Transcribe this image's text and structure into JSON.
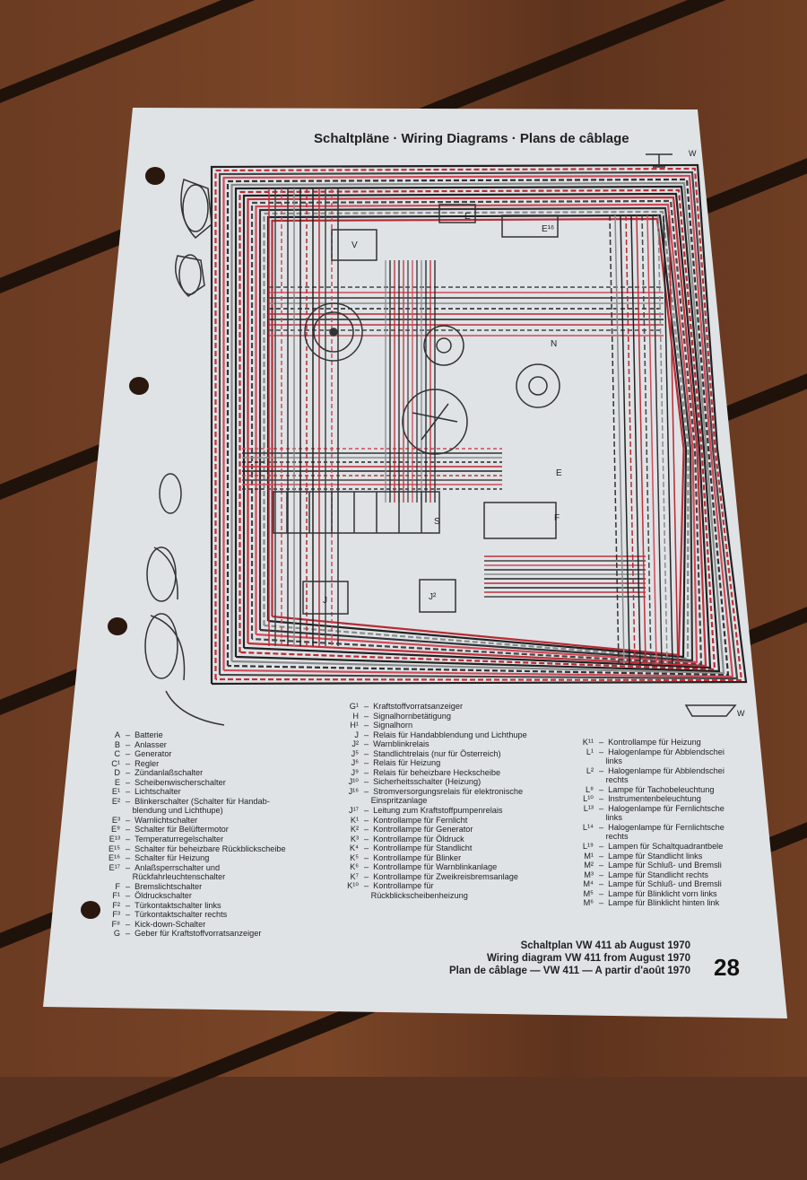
{
  "header": {
    "title": "Schaltpläne · Wiring Diagrams · Plans de câblage"
  },
  "ground_labels": {
    "top": "W",
    "bottom": "W"
  },
  "legend_col1": [
    {
      "code": "A",
      "text": "Batterie"
    },
    {
      "code": "B",
      "text": "Anlasser"
    },
    {
      "code": "C",
      "text": "Generator"
    },
    {
      "code": "C¹",
      "text": "Regler"
    },
    {
      "code": "D",
      "text": "Zündanlaßschalter"
    },
    {
      "code": "E",
      "text": "Scheibenwischerschalter"
    },
    {
      "code": "E¹",
      "text": "Lichtschalter"
    },
    {
      "code": "E²",
      "text": "Blinkerschalter (Schalter für Handab-"
    },
    {
      "code": "",
      "text": "blendung und Lichthupe)"
    },
    {
      "code": "E³",
      "text": "Warnlichtschalter"
    },
    {
      "code": "E⁹",
      "text": "Schalter für Belüftermotor"
    },
    {
      "code": "E¹³",
      "text": "Temperaturregelschalter"
    },
    {
      "code": "E¹⁵",
      "text": "Schalter für beheizbare Rückblickscheibe"
    },
    {
      "code": "E¹⁶",
      "text": "Schalter für Heizung"
    },
    {
      "code": "E¹⁷",
      "text": "Anlaßsperrschalter und"
    },
    {
      "code": "",
      "text": "Rückfahrleuchtenschalter"
    },
    {
      "code": "F",
      "text": "Bremslichtschalter"
    },
    {
      "code": "F¹",
      "text": "Öldruckschalter"
    },
    {
      "code": "F²",
      "text": "Türkontaktschalter links"
    },
    {
      "code": "F³",
      "text": "Türkontaktschalter rechts"
    },
    {
      "code": "F⁸",
      "text": "Kick-down-Schalter"
    },
    {
      "code": "G",
      "text": "Geber für Kraftstoffvorratsanzeiger"
    }
  ],
  "legend_col2": [
    {
      "code": "G¹",
      "text": "Kraftstoffvorratsanzeiger"
    },
    {
      "code": "H",
      "text": "Signalhornbetätigung"
    },
    {
      "code": "H¹",
      "text": "Signalhorn"
    },
    {
      "code": "J",
      "text": "Relais für Handabblendung und Lichthupe"
    },
    {
      "code": "J²",
      "text": "Warnblinkrelais"
    },
    {
      "code": "J⁵",
      "text": "Standlichtrelais (nur für Österreich)"
    },
    {
      "code": "J⁶",
      "text": "Relais für Heizung"
    },
    {
      "code": "J⁹",
      "text": "Relais für beheizbare Heckscheibe"
    },
    {
      "code": "J¹⁰",
      "text": "Sicherheitsschalter (Heizung)"
    },
    {
      "code": "J¹⁶",
      "text": "Stromversorgungsrelais für elektronische"
    },
    {
      "code": "",
      "text": "Einspritzanlage"
    },
    {
      "code": "J¹⁷",
      "text": "Leitung zum Kraftstoffpumpenrelais"
    },
    {
      "code": "K¹",
      "text": "Kontrollampe für Fernlicht"
    },
    {
      "code": "K²",
      "text": "Kontrollampe für Generator"
    },
    {
      "code": "K³",
      "text": "Kontrollampe für Öldruck"
    },
    {
      "code": "K⁴",
      "text": "Kontrollampe für Standlicht"
    },
    {
      "code": "K⁵",
      "text": "Kontrollampe für Blinker"
    },
    {
      "code": "K⁶",
      "text": "Kontrollampe für Warnblinkanlage"
    },
    {
      "code": "K⁷",
      "text": "Kontrollampe für Zweikreisbremsanlage"
    },
    {
      "code": "K¹⁰",
      "text": "Kontrollampe für"
    },
    {
      "code": "",
      "text": "Rückblickscheibenheizung"
    }
  ],
  "legend_col3": [
    {
      "code": "K¹¹",
      "text": "Kontrollampe für Heizung"
    },
    {
      "code": "L¹",
      "text": "Halogenlampe für Abblendschei"
    },
    {
      "code": "",
      "text": "links"
    },
    {
      "code": "L²",
      "text": "Halogenlampe für Abblendschei"
    },
    {
      "code": "",
      "text": "rechts"
    },
    {
      "code": "L⁸",
      "text": "Lampe für Tachobeleuchtung"
    },
    {
      "code": "L¹⁰",
      "text": "Instrumentenbeleuchtung"
    },
    {
      "code": "L¹³",
      "text": "Halogenlampe für Fernlichtsche"
    },
    {
      "code": "",
      "text": "links"
    },
    {
      "code": "L¹⁴",
      "text": "Halogenlampe für Fernlichtsche"
    },
    {
      "code": "",
      "text": "rechts"
    },
    {
      "code": "L¹⁹",
      "text": "Lampen für Schaltquadrantbele"
    },
    {
      "code": "M¹",
      "text": "Lampe für Standlicht links"
    },
    {
      "code": "M²",
      "text": "Lampe für Schluß- und Bremsli"
    },
    {
      "code": "M³",
      "text": "Lampe für Standlicht rechts"
    },
    {
      "code": "M⁴",
      "text": "Lampe für Schluß- und Bremsli"
    },
    {
      "code": "M⁵",
      "text": "Lampe für Blinklicht vorn links"
    },
    {
      "code": "M⁶",
      "text": "Lampe für Blinklicht hinten link"
    }
  ],
  "caption": {
    "de": "Schaltplan VW 411 ab August 1970",
    "en": "Wiring diagram VW 411 from August 1970",
    "fr": "Plan de câblage — VW 411 — A partir d'août 1970"
  },
  "page_number": "28",
  "component_labels": [
    "V",
    "E",
    "E¹⁶",
    "N",
    "S",
    "J",
    "J²",
    "E",
    "F"
  ]
}
